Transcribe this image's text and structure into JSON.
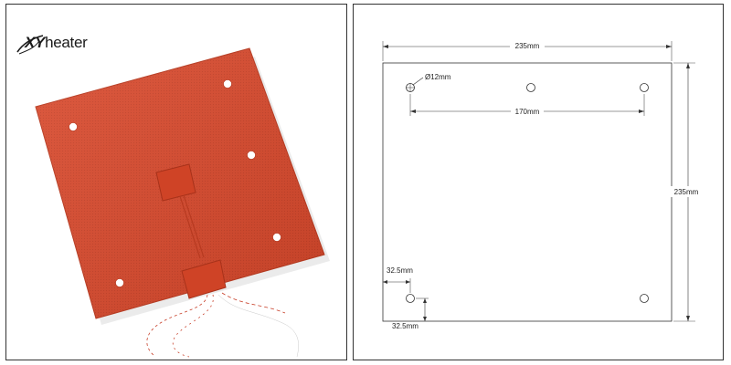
{
  "brand": {
    "logo_text_xy": "XY",
    "logo_text_rest": "heater",
    "pad_color": "#d9482b",
    "cable_colors": [
      "#ffffff",
      "#c8402a"
    ]
  },
  "drawing": {
    "width_label": "235mm",
    "height_label": "235mm",
    "hole_diameter_label": "Ø12mm",
    "hole_spacing_label": "170mm",
    "offset_x_label": "32.5mm",
    "offset_y_label": "32.5mm"
  }
}
